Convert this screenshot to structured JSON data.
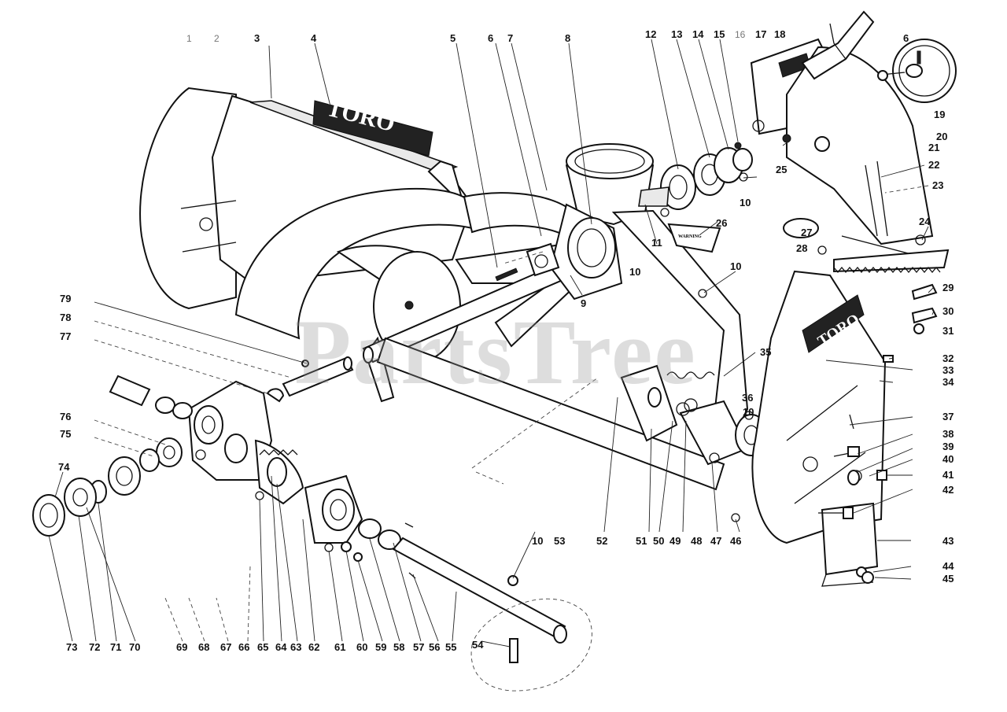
{
  "watermark": "PartsTree",
  "decals": {
    "top": "TORO",
    "side": "TORO",
    "warning": "WARNING"
  },
  "callouts": [
    {
      "id": "c1",
      "label": "1"
    },
    {
      "id": "c2",
      "label": "2"
    },
    {
      "id": "c3",
      "label": "3"
    },
    {
      "id": "c4",
      "label": "4"
    },
    {
      "id": "c5",
      "label": "5"
    },
    {
      "id": "c6",
      "label": "6"
    },
    {
      "id": "c7",
      "label": "7"
    },
    {
      "id": "c8",
      "label": "8"
    },
    {
      "id": "c9",
      "label": "9"
    },
    {
      "id": "c10a",
      "label": "10"
    },
    {
      "id": "c10b",
      "label": "10"
    },
    {
      "id": "c10c",
      "label": "10"
    },
    {
      "id": "c10d",
      "label": "10"
    },
    {
      "id": "c10e",
      "label": "10"
    },
    {
      "id": "c11",
      "label": "11"
    },
    {
      "id": "c12",
      "label": "12"
    },
    {
      "id": "c13",
      "label": "13"
    },
    {
      "id": "c14",
      "label": "14"
    },
    {
      "id": "c15",
      "label": "15"
    },
    {
      "id": "c16",
      "label": "16"
    },
    {
      "id": "c17",
      "label": "17"
    },
    {
      "id": "c18",
      "label": "18"
    },
    {
      "id": "c6b",
      "label": "6"
    },
    {
      "id": "c19",
      "label": "19"
    },
    {
      "id": "c20",
      "label": "20"
    },
    {
      "id": "c21",
      "label": "21"
    },
    {
      "id": "c22",
      "label": "22"
    },
    {
      "id": "c23",
      "label": "23"
    },
    {
      "id": "c24",
      "label": "24"
    },
    {
      "id": "c25",
      "label": "25"
    },
    {
      "id": "c26",
      "label": "26"
    },
    {
      "id": "c27",
      "label": "27"
    },
    {
      "id": "c28",
      "label": "28"
    },
    {
      "id": "c29",
      "label": "29"
    },
    {
      "id": "c30",
      "label": "30"
    },
    {
      "id": "c31",
      "label": "31"
    },
    {
      "id": "c32",
      "label": "32"
    },
    {
      "id": "c33",
      "label": "33"
    },
    {
      "id": "c34",
      "label": "34"
    },
    {
      "id": "c35",
      "label": "35"
    },
    {
      "id": "c36",
      "label": "36"
    },
    {
      "id": "c37",
      "label": "37"
    },
    {
      "id": "c38",
      "label": "38"
    },
    {
      "id": "c39",
      "label": "39"
    },
    {
      "id": "c40",
      "label": "40"
    },
    {
      "id": "c41",
      "label": "41"
    },
    {
      "id": "c42",
      "label": "42"
    },
    {
      "id": "c43",
      "label": "43"
    },
    {
      "id": "c44",
      "label": "44"
    },
    {
      "id": "c45",
      "label": "45"
    },
    {
      "id": "c46",
      "label": "46"
    },
    {
      "id": "c47",
      "label": "47"
    },
    {
      "id": "c48",
      "label": "48"
    },
    {
      "id": "c49",
      "label": "49"
    },
    {
      "id": "c50",
      "label": "50"
    },
    {
      "id": "c51",
      "label": "51"
    },
    {
      "id": "c52",
      "label": "52"
    },
    {
      "id": "c53",
      "label": "53"
    },
    {
      "id": "c54",
      "label": "54"
    },
    {
      "id": "c55",
      "label": "55"
    },
    {
      "id": "c56",
      "label": "56"
    },
    {
      "id": "c57",
      "label": "57"
    },
    {
      "id": "c58",
      "label": "58"
    },
    {
      "id": "c59",
      "label": "59"
    },
    {
      "id": "c60",
      "label": "60"
    },
    {
      "id": "c61",
      "label": "61"
    },
    {
      "id": "c62",
      "label": "62"
    },
    {
      "id": "c63",
      "label": "63"
    },
    {
      "id": "c64",
      "label": "64"
    },
    {
      "id": "c65",
      "label": "65"
    },
    {
      "id": "c66",
      "label": "66"
    },
    {
      "id": "c67",
      "label": "67"
    },
    {
      "id": "c68",
      "label": "68"
    },
    {
      "id": "c69",
      "label": "69"
    },
    {
      "id": "c70",
      "label": "70"
    },
    {
      "id": "c71",
      "label": "71"
    },
    {
      "id": "c72",
      "label": "72"
    },
    {
      "id": "c73",
      "label": "73"
    },
    {
      "id": "c74",
      "label": "74"
    },
    {
      "id": "c75",
      "label": "75"
    },
    {
      "id": "c76",
      "label": "76"
    },
    {
      "id": "c77",
      "label": "77"
    },
    {
      "id": "c78",
      "label": "78"
    },
    {
      "id": "c79",
      "label": "79"
    }
  ]
}
